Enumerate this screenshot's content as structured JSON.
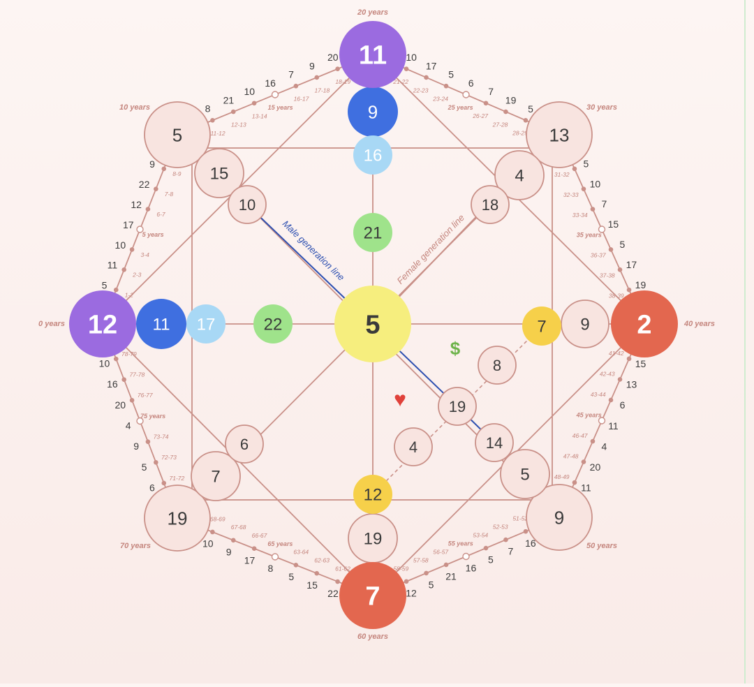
{
  "colors": {
    "line": "#c99088",
    "node_fill": "#f8e4e0",
    "node_stroke": "#c99088",
    "purple": "#9b6be0",
    "red": "#e3674f",
    "blue": "#3f6fe0",
    "light_blue": "#a8d8f5",
    "green": "#9fe38b",
    "yellow": "#f6ee7e",
    "gold": "#f6d04a",
    "text_dark": "#3a3a3a",
    "age_text": "#c4857d",
    "male_line": "#2d4fb0",
    "heart": "#e0413a",
    "dollar": "#6db34a"
  },
  "age_labels": {
    "top": "20 years",
    "top_right": "30 years",
    "right": "40 years",
    "bottom_right": "50 years",
    "bottom": "60 years",
    "bottom_left": "70 years",
    "left": "0 years",
    "top_left": "10 years"
  },
  "line_labels": {
    "male": "Male generation line",
    "female": "Female generation line"
  },
  "symbols": {
    "dollar": "$",
    "heart": "♥"
  },
  "nodes": {
    "top": "11",
    "right": "2",
    "bottom": "7",
    "left": "12",
    "top_left": "5",
    "top_right": "13",
    "bottom_right": "9",
    "bottom_left": "19",
    "top_inner_1": "9",
    "top_inner_2": "16",
    "left_inner_1": "11",
    "left_inner_2": "17",
    "right_inner": "9",
    "bottom_inner": "19",
    "center": "5",
    "center_top": "21",
    "center_left": "22",
    "money": "7",
    "love": "12",
    "tl_1": "15",
    "tl_2": "10",
    "tr_1": "4",
    "tr_2": "18",
    "bl_1": "7",
    "bl_2": "6",
    "br_1": "5",
    "br_2": "14",
    "inner_19": "19",
    "inner_8": "8",
    "inner_4": "4"
  },
  "edges": {
    "left_top": {
      "points": [
        "1-2",
        "2-3",
        "3-4",
        "5 years",
        "6-7",
        "7-8",
        "8-9"
      ],
      "values": [
        "5",
        "11",
        "10",
        "17",
        "12",
        "22",
        "9"
      ]
    },
    "top_left": {
      "points": [
        "11-12",
        "12-13",
        "13-14",
        "15 years",
        "16-17",
        "17-18",
        "18-19"
      ],
      "values": [
        "8",
        "21",
        "10",
        "16",
        "7",
        "9",
        "20"
      ]
    },
    "top_right": {
      "points": [
        "21-22",
        "22-23",
        "23-24",
        "25 years",
        "26-27",
        "27-28",
        "28-29"
      ],
      "values": [
        "10",
        "17",
        "5",
        "6",
        "7",
        "19",
        "5"
      ]
    },
    "right_top": {
      "points": [
        "31-32",
        "32-33",
        "33-34",
        "35 years",
        "36-37",
        "37-38",
        "38-39"
      ],
      "values": [
        "5",
        "10",
        "7",
        "15",
        "5",
        "17",
        "19"
      ]
    },
    "right_bottom": {
      "points": [
        "41-42",
        "42-43",
        "43-44",
        "45 years",
        "46-47",
        "47-48",
        "48-49"
      ],
      "values": [
        "15",
        "13",
        "6",
        "11",
        "4",
        "20",
        "11"
      ]
    },
    "bottom_right": {
      "points": [
        "51-52",
        "52-53",
        "53-54",
        "55 years",
        "56-57",
        "57-58",
        "58-59"
      ],
      "values": [
        "16",
        "7",
        "5",
        "16",
        "21",
        "5",
        "12"
      ]
    },
    "bottom_left": {
      "points": [
        "61-62",
        "62-63",
        "63-64",
        "65 years",
        "66-67",
        "67-68",
        "68-69"
      ],
      "values": [
        "22",
        "15",
        "5",
        "8",
        "17",
        "9",
        "10"
      ]
    },
    "left_bottom": {
      "points": [
        "71-72",
        "72-73",
        "73-74",
        "75 years",
        "76-77",
        "77-78",
        "78-79"
      ],
      "values": [
        "6",
        "5",
        "9",
        "4",
        "20",
        "16",
        "10"
      ]
    }
  }
}
